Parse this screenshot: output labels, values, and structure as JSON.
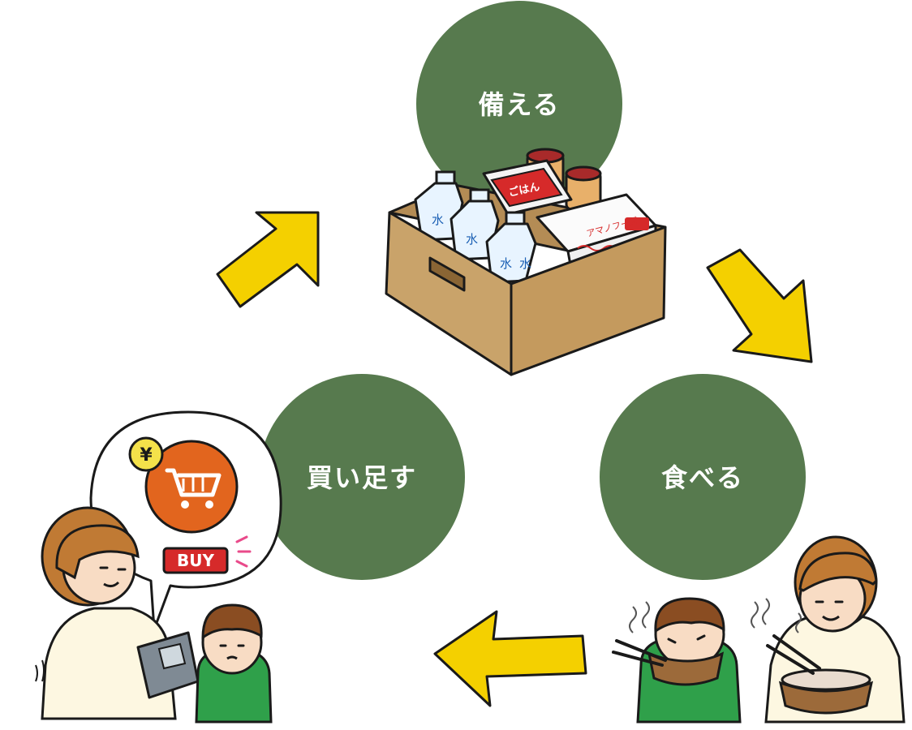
{
  "colors": {
    "circle": "#577a4e",
    "arrow": "#f4d000",
    "outline": "#1a1a1a",
    "box": "#c9a36a",
    "hair": "#c07a34",
    "skin": "#f8dcc4",
    "shirt_green": "#2fa04a",
    "cart_orange": "#e2651e",
    "red": "#d62a2a"
  },
  "cycle": {
    "steps": [
      {
        "label": "備える",
        "illustration": "emergency-supply-box"
      },
      {
        "label": "食べる",
        "illustration": "family-eating"
      },
      {
        "label": "買い足す",
        "illustration": "family-shopping-online"
      }
    ]
  },
  "illustrations": {
    "box": {
      "water_label": "水",
      "package_label": "ごはん",
      "crackers_label": "アマノフーズ"
    },
    "shopping": {
      "currency_symbol": "¥",
      "buy_label": "BUY"
    }
  },
  "icons": [
    "arrow-up-right-icon",
    "arrow-down-right-icon",
    "arrow-left-icon",
    "cart-icon",
    "yen-coin-icon",
    "steam-icon"
  ]
}
